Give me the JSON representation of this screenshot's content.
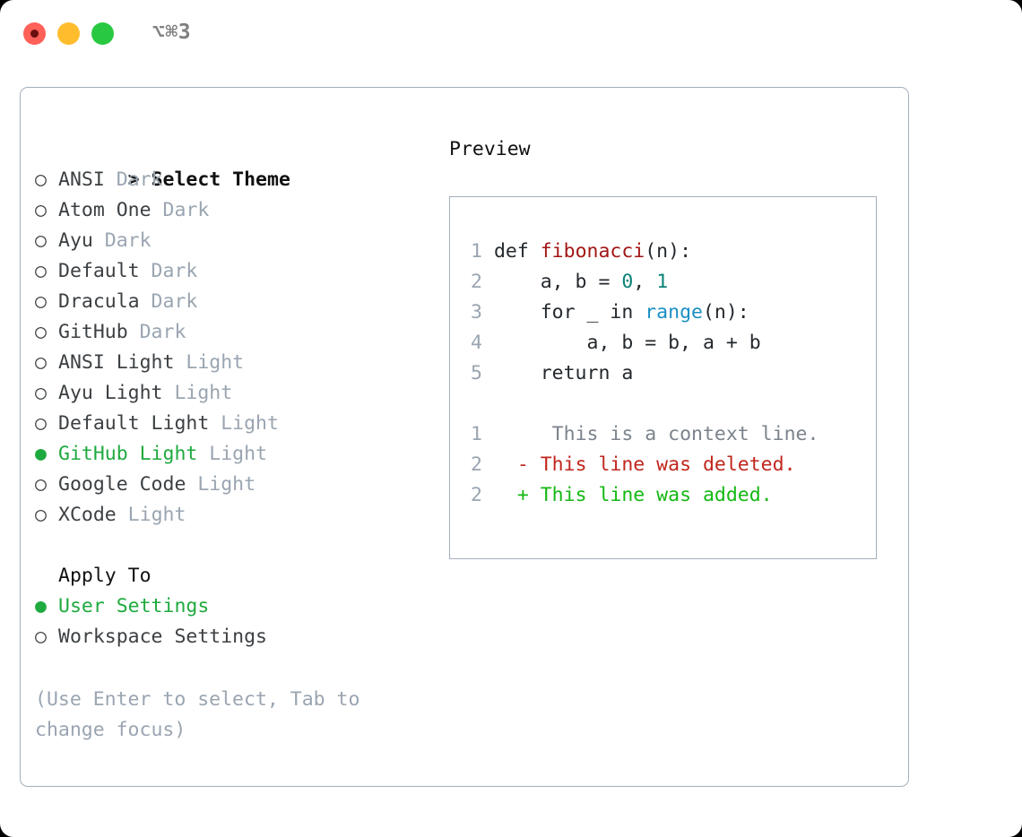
{
  "titlebar": {
    "shortcut": "⌥⌘3",
    "buttons": [
      {
        "name": "close",
        "color": "#ff6058"
      },
      {
        "name": "minimize",
        "color": "#ffbd2e"
      },
      {
        "name": "maximize",
        "color": "#28c940"
      }
    ]
  },
  "theme_list": {
    "header_marker": ">",
    "header_label": "Select Theme",
    "marker_unselected": "○",
    "marker_selected": "●",
    "selected_color": "#1faa3f",
    "items": [
      {
        "marker": "○",
        "name": "ANSI",
        "variant": "Dark",
        "selected": false
      },
      {
        "marker": "○",
        "name": "Atom One",
        "variant": "Dark",
        "selected": false
      },
      {
        "marker": "○",
        "name": "Ayu",
        "variant": "Dark",
        "selected": false
      },
      {
        "marker": "○",
        "name": "Default",
        "variant": "Dark",
        "selected": false
      },
      {
        "marker": "○",
        "name": "Dracula",
        "variant": "Dark",
        "selected": false
      },
      {
        "marker": "○",
        "name": "GitHub",
        "variant": "Dark",
        "selected": false
      },
      {
        "marker": "○",
        "name": "ANSI Light",
        "variant": "Light",
        "selected": false
      },
      {
        "marker": "○",
        "name": "Ayu Light",
        "variant": "Light",
        "selected": false
      },
      {
        "marker": "○",
        "name": "Default Light",
        "variant": "Light",
        "selected": false
      },
      {
        "marker": "●",
        "name": "GitHub Light",
        "variant": "Light",
        "selected": true
      },
      {
        "marker": "○",
        "name": "Google Code",
        "variant": "Light",
        "selected": false
      },
      {
        "marker": "○",
        "name": "XCode",
        "variant": "Light",
        "selected": false
      }
    ]
  },
  "apply_to": {
    "heading": "Apply To",
    "items": [
      {
        "marker": "●",
        "label": "User Settings",
        "selected": true
      },
      {
        "marker": "○",
        "label": "Workspace Settings",
        "selected": false
      }
    ]
  },
  "hint": "(Use Enter to select, Tab to change focus)",
  "preview": {
    "title": "Preview",
    "code_lines": [
      {
        "num": "1",
        "parts": [
          {
            "text": "def ",
            "style": "plain"
          },
          {
            "text": "fibonacci",
            "style": "fn"
          },
          {
            "text": "(n):",
            "style": "plain"
          }
        ]
      },
      {
        "num": "2",
        "parts": [
          {
            "text": "    a, b = ",
            "style": "plain"
          },
          {
            "text": "0",
            "style": "num"
          },
          {
            "text": ", ",
            "style": "plain"
          },
          {
            "text": "1",
            "style": "num"
          }
        ]
      },
      {
        "num": "3",
        "parts": [
          {
            "text": "    for _ in ",
            "style": "plain"
          },
          {
            "text": "range",
            "style": "call"
          },
          {
            "text": "(n):",
            "style": "plain"
          }
        ]
      },
      {
        "num": "4",
        "parts": [
          {
            "text": "        a, b = b, a + b",
            "style": "plain"
          }
        ]
      },
      {
        "num": "5",
        "parts": [
          {
            "text": "    return a",
            "style": "plain"
          }
        ]
      }
    ],
    "diff_lines": [
      {
        "num": "1",
        "sign": " ",
        "text": "  This is a context line.",
        "kind": "context"
      },
      {
        "num": "2",
        "sign": "-",
        "text": " This line was deleted.",
        "kind": "deleted"
      },
      {
        "num": "2",
        "sign": "+",
        "text": " This line was added.",
        "kind": "added"
      }
    ],
    "colors": {
      "function": "#a31515",
      "number": "#0b8277",
      "call": "#1a8fc4",
      "context": "#7b838c",
      "deleted": "#c0261d",
      "added": "#14b814",
      "line_number": "#9aa5b1",
      "border": "#a4afbd"
    }
  }
}
